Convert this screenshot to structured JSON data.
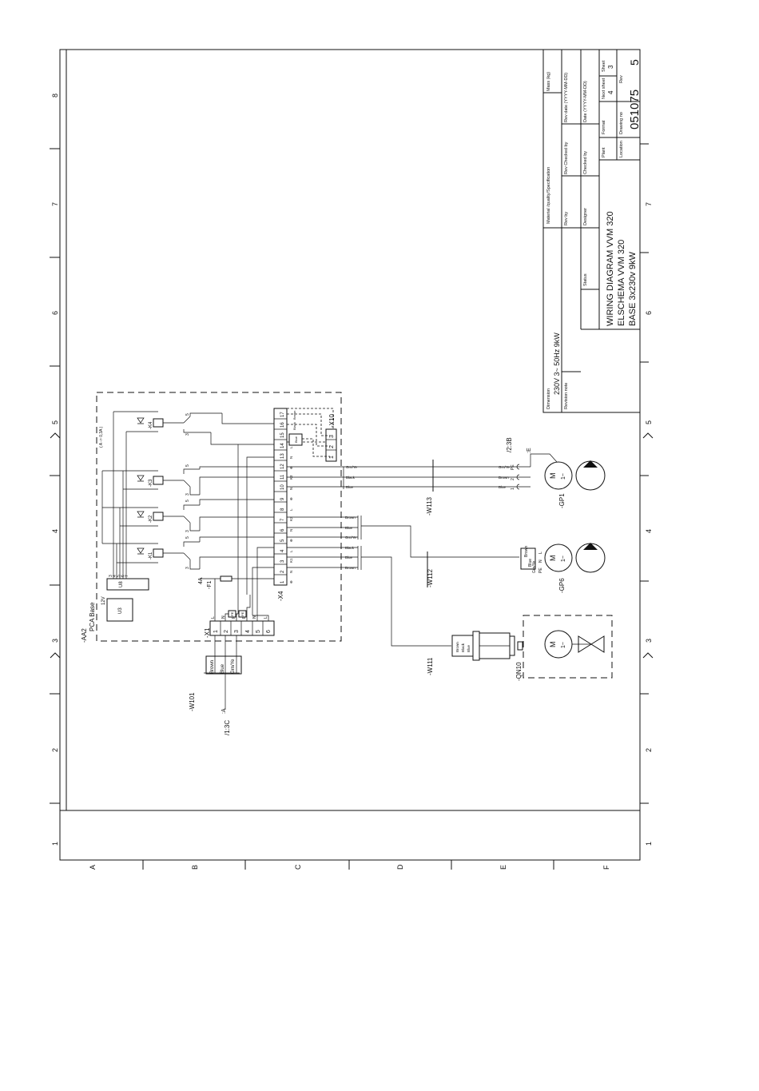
{
  "title_block": {
    "mass_label": "Mass (kg)",
    "material_label": "Material /quality/Specification",
    "dimension_label": "Dimension",
    "dimension_value": "230V 3~ 50Hz 9kW",
    "revision_note_label": "Revision note",
    "rev_date_label": "Rev date (YYYY-MM-DD)",
    "rev_checked_label": "Rev Checked by",
    "rev_by_label": "Rev by",
    "date_label": "Date (YYYY-MM-DD)",
    "checked_label": "Checked by",
    "designer_label": "Designer",
    "status_label": "Status",
    "next_sheet_label": "Next sheet",
    "next_sheet_value": "4",
    "sheet_label": "Sheet",
    "sheet_value": "3",
    "format_label": "Format",
    "plant_label": "Plant",
    "rev_label": "Rev",
    "rev_value": "5",
    "drawing_no_label": "Drawing no",
    "drawing_no_value": "051075",
    "location_label": "Location",
    "title_line1": "WIRING DIAGRAM VVM 320",
    "title_line2": "ELSCHEMA VVM 320",
    "title_line3": "BASE 3x230v 9kW"
  },
  "grid": {
    "numbers": [
      "1",
      "2",
      "3",
      "4",
      "5",
      "6",
      "7",
      "8"
    ],
    "letters": [
      "A",
      "B",
      "C",
      "D",
      "E",
      "F"
    ]
  },
  "components": {
    "aa2": "-AA2",
    "aa2_desc": "PCA Base",
    "u3": "U3",
    "u8": "U8",
    "v12": "12V",
    "f1": "-F1",
    "f1_rating": "4A",
    "x1": "-X1",
    "x4": "-X4",
    "x10": "-X10",
    "k1": "-K1",
    "k2": "-K2",
    "k3": "-K3",
    "k4": "-K4",
    "k4_note": "( A -> 0,3A )",
    "w101": "-W101",
    "w101_ref": "/1:3C",
    "w101_mark": ":A",
    "w111": "-W111",
    "w112": "-W112",
    "w113": "-W113",
    "gp1": "-GP1",
    "gp1_ref": "/2:3B",
    "gp1_mark": ":E",
    "gp6": "-GP6",
    "qn10": "-QN10",
    "motor_m": "M",
    "motor_ac": "1~"
  },
  "x1_terminals": [
    "1",
    "2",
    "3",
    "4",
    "5",
    "6"
  ],
  "x1_signals": [
    "L",
    "N",
    "PE",
    "PE",
    "N",
    "L"
  ],
  "x4_terminals": [
    "1",
    "2",
    "3",
    "4",
    "5",
    "6",
    "7",
    "8",
    "9",
    "10",
    "11",
    "12",
    "13",
    "14",
    "15",
    "16",
    "17"
  ],
  "x4_signals": [
    "⊕",
    "N",
    "K1",
    "L",
    "⊕",
    "N",
    "K2",
    "L",
    "⊕",
    "N",
    "K3",
    "⊕",
    "N",
    "L",
    "",
    "",
    ""
  ],
  "x10_terminals": [
    "1",
    "2",
    "3"
  ],
  "wire_colors": {
    "w101": [
      "Brown",
      "Blue",
      "Grn/Ye"
    ],
    "w113": [
      "Grn/Ye",
      "Black",
      "Brown",
      "Blue"
    ],
    "w112": [
      "Brown",
      "Blue",
      "Grn/Ye",
      "Black",
      "Blue",
      "Brown"
    ],
    "x10_wires": [
      "Brown",
      "Black",
      "Blue"
    ],
    "w111": [
      "Brown",
      "Black",
      "Blue"
    ],
    "gp6": [
      "Brown",
      "Blue",
      "Grn/Ye"
    ]
  },
  "gp1_pins": [
    "PE",
    "N",
    "2",
    "1"
  ],
  "gp6_pins": [
    "L",
    "N",
    "PE"
  ],
  "u8_pins": [
    "3",
    "4",
    "5",
    "6",
    "7"
  ],
  "relay_pins": [
    "3",
    "4",
    "5",
    "A1",
    "A2"
  ]
}
